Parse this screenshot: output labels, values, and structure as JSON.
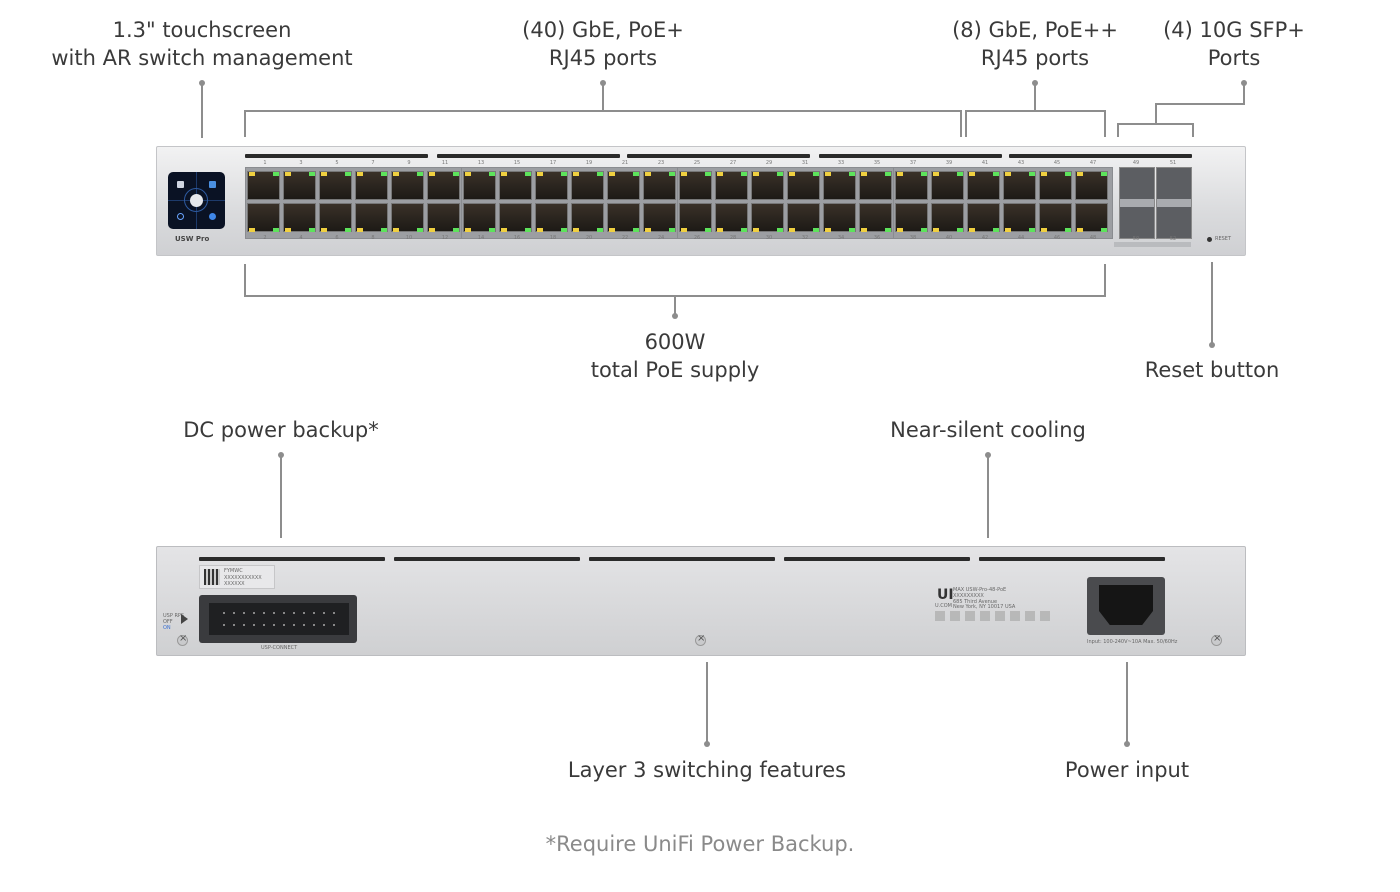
{
  "callouts": {
    "touchscreen": [
      "1.3\" touchscreen",
      "with AR switch management"
    ],
    "poe_plus_ports": [
      "(40) GbE, PoE+",
      "RJ45 ports"
    ],
    "poe_plusplus_ports": [
      "(8) GbE, PoE++",
      "RJ45 ports"
    ],
    "sfp_ports": [
      "(4) 10G SFP+",
      "Ports"
    ],
    "poe_supply": [
      "600W",
      "total PoE supply"
    ],
    "reset_button": "Reset button",
    "dc_power_backup": "DC power backup*",
    "cooling": "Near-silent cooling",
    "layer3": "Layer 3 switching features",
    "power_input": "Power input"
  },
  "footnote": "*Require UniFi Power Backup.",
  "front_panel": {
    "model": "USW Pro",
    "top_port_labels": [
      "1",
      "3",
      "5",
      "7",
      "9",
      "11",
      "13",
      "15",
      "17",
      "19",
      "21",
      "23",
      "25",
      "27",
      "29",
      "31",
      "33",
      "35",
      "37",
      "39",
      "41",
      "43",
      "45",
      "47"
    ],
    "bottom_port_labels": [
      "2",
      "4",
      "6",
      "8",
      "10",
      "12",
      "14",
      "16",
      "18",
      "20",
      "22",
      "24",
      "26",
      "28",
      "30",
      "32",
      "34",
      "36",
      "38",
      "40",
      "42",
      "44",
      "46",
      "48"
    ],
    "sfp_top_labels": [
      "49",
      "51"
    ],
    "sfp_bottom_labels": [
      "50",
      "52"
    ],
    "sfp_speed": "10G",
    "reset_label": "RESET"
  },
  "back_panel": {
    "usp_label": "USP-CONNECT",
    "usp_switch": [
      "USP RPS",
      "OFF",
      "ON"
    ],
    "qr_lines": [
      "FYMWC",
      "XXXXXXXXXXX",
      "XXXXXX"
    ],
    "brand": "UI",
    "brand_sub": "U.COM",
    "spec_lines": [
      "MAX USW-Pro-48-PoE",
      "XXXXXXXXX",
      "685 Third Avenue",
      "New York, NY 10017 USA"
    ],
    "power_rating": "Input: 100-240V~10A Max. 50/60Hz"
  }
}
